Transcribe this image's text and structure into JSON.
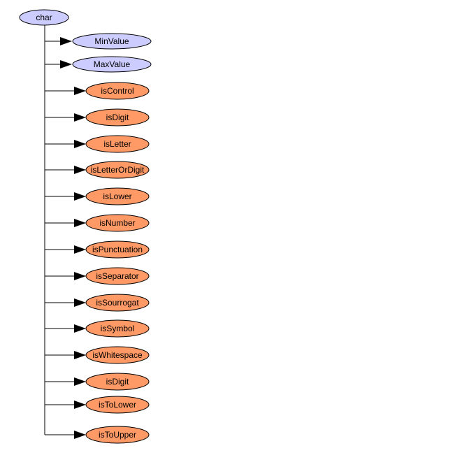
{
  "colors": {
    "root_fill": "#ccccff",
    "field_fill": "#ccccff",
    "method_fill": "#ff9966",
    "stroke": "#000000",
    "line": "#000000"
  },
  "root": {
    "label": "char"
  },
  "children": [
    {
      "label": "MinValue",
      "kind": "field"
    },
    {
      "label": "MaxValue",
      "kind": "field"
    },
    {
      "label": "isControl",
      "kind": "method"
    },
    {
      "label": "isDigit",
      "kind": "method"
    },
    {
      "label": "isLetter",
      "kind": "method"
    },
    {
      "label": "isLetterOrDigit",
      "kind": "method"
    },
    {
      "label": "isLower",
      "kind": "method"
    },
    {
      "label": "isNumber",
      "kind": "method"
    },
    {
      "label": "isPunctuation",
      "kind": "method"
    },
    {
      "label": "isSeparator",
      "kind": "method"
    },
    {
      "label": "isSourrogat",
      "kind": "method"
    },
    {
      "label": "isSymbol",
      "kind": "method"
    },
    {
      "label": "isWhitespace",
      "kind": "method"
    },
    {
      "label": "isDigit",
      "kind": "method"
    },
    {
      "label": "isToLower",
      "kind": "method"
    },
    {
      "label": "isToUpper",
      "kind": "method"
    }
  ]
}
